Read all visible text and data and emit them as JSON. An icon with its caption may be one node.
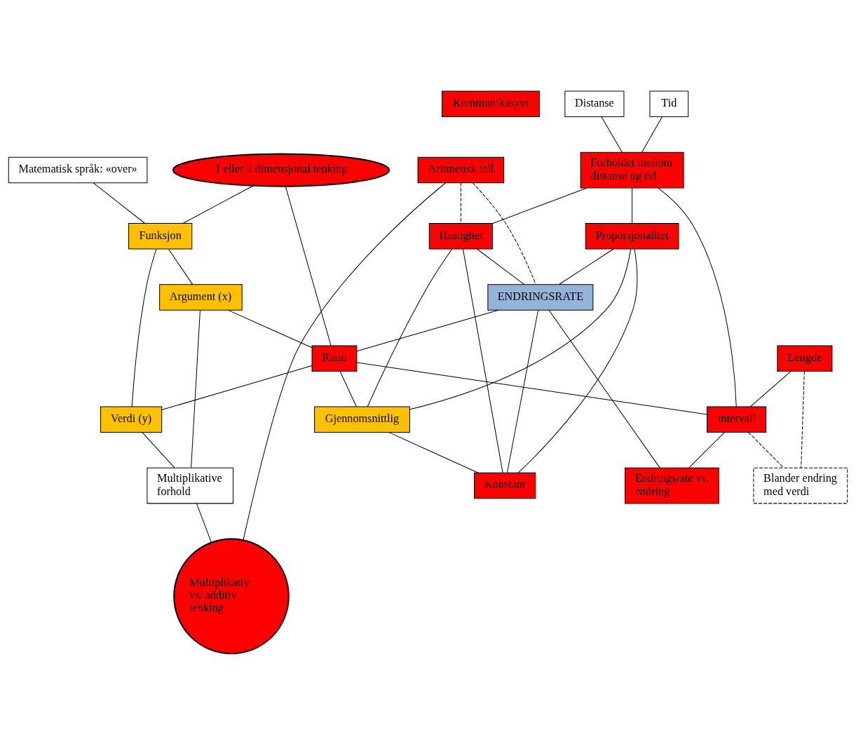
{
  "diagram": {
    "nodes": [
      {
        "text": [
          "Kommunikasjon"
        ]
      },
      {
        "text": [
          "1 eller 2 dimensjonal tenking"
        ]
      },
      {
        "text": [
          "Matematisk språk: «over»"
        ]
      },
      {
        "text": [
          "Distanse"
        ]
      },
      {
        "text": [
          "Tid"
        ]
      },
      {
        "text": [
          "Forholdet mellom distanse og tid"
        ]
      },
      {
        "text": [
          "Aritmetisk tall"
        ]
      },
      {
        "text": [
          "Funksjon"
        ]
      },
      {
        "text": [
          "Argument (x)"
        ]
      },
      {
        "text": [
          "Verdi (y)"
        ]
      },
      {
        "text": [
          "Hastighet"
        ]
      },
      {
        "text": [
          "ENDRINGSRATE"
        ]
      },
      {
        "text": [
          "Proporsjonalitet"
        ]
      },
      {
        "text": [
          "Ratio"
        ]
      },
      {
        "text": [
          "Multiplikative forhold"
        ]
      },
      {
        "text": [
          "Gjennomsnittlig"
        ]
      },
      {
        "text": [
          "Lengde"
        ]
      },
      {
        "text": [
          "Intervall"
        ]
      },
      {
        "text": [
          "Konstant"
        ]
      },
      {
        "text": [
          "Multiplikativ vs. additiv tenking"
        ]
      },
      {
        "text": [
          "Blander endring med verdi"
        ]
      },
      {
        "text": [
          "Endringsrate vs. endring"
        ]
      }
    ],
    "edges": [
      {
        "from": 3,
        "to": 5,
        "arrow": "none"
      },
      {
        "from": 4,
        "to": 5,
        "arrow": "none"
      },
      {
        "from": 2,
        "to": 7,
        "arrow": "none"
      },
      {
        "from": 1,
        "to": 7,
        "arrow": "none"
      },
      {
        "from": 1,
        "to": 13,
        "arrow": "none"
      },
      {
        "from": 7,
        "to": 8,
        "arrow": "none"
      },
      {
        "from": 7,
        "to": 9,
        "arrow": "none"
      },
      {
        "from": 6,
        "to": 19,
        "arrow": "none"
      },
      {
        "from": 6,
        "to": 10,
        "arrow": "none",
        "style": "dashed"
      },
      {
        "from": 6,
        "to": 11,
        "arrow": "none",
        "style": "dashed"
      },
      {
        "from": 5,
        "to": 10,
        "arrow": "none"
      },
      {
        "from": 5,
        "to": 12,
        "arrow": "none"
      },
      {
        "from": 5,
        "to": 17,
        "arrow": "none"
      },
      {
        "from": 10,
        "to": 11,
        "arrow": "none"
      },
      {
        "from": 10,
        "to": 15,
        "arrow": "none"
      },
      {
        "from": 10,
        "to": 18,
        "arrow": "none"
      },
      {
        "from": 12,
        "to": 11,
        "arrow": "none"
      },
      {
        "from": 12,
        "to": 15,
        "arrow": "none"
      },
      {
        "from": 12,
        "to": 18,
        "arrow": "none"
      },
      {
        "from": 11,
        "to": 18,
        "arrow": "none"
      },
      {
        "from": 11,
        "to": 13,
        "arrow": "none"
      },
      {
        "from": 11,
        "to": 21,
        "arrow": "none"
      },
      {
        "from": 13,
        "to": 15,
        "arrow": "none"
      },
      {
        "from": 13,
        "to": 17,
        "arrow": "none"
      },
      {
        "from": 8,
        "to": 13,
        "arrow": "none"
      },
      {
        "from": 13,
        "to": 9,
        "arrow": "none"
      },
      {
        "from": 8,
        "to": 14,
        "arrow": "none"
      },
      {
        "from": 9,
        "to": 14,
        "arrow": "none"
      },
      {
        "from": 14,
        "to": 19,
        "arrow": "none"
      },
      {
        "from": 15,
        "to": 18,
        "arrow": "none"
      },
      {
        "from": 16,
        "to": 17,
        "arrow": "none"
      },
      {
        "from": 16,
        "to": 20,
        "arrow": "none",
        "style": "dashed"
      },
      {
        "from": 17,
        "to": 20,
        "arrow": "none",
        "style": "dashed"
      },
      {
        "from": 17,
        "to": 21,
        "arrow": "none"
      }
    ]
  }
}
